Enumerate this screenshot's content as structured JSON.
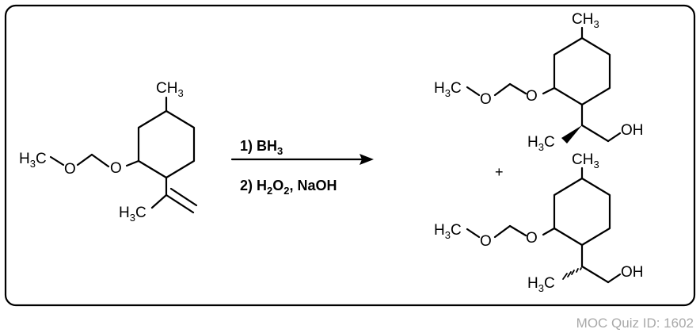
{
  "reactant": {
    "ch3": [
      "CH",
      "3"
    ],
    "h3c_ether": [
      "H",
      "3",
      "C"
    ],
    "o1": "O",
    "o2": "O",
    "h3c_vinyl": [
      "H",
      "3",
      "C"
    ]
  },
  "reagents": {
    "step1": [
      "1)  BH",
      "3"
    ],
    "step2": [
      "2)  H",
      "2",
      "O",
      "2",
      ", NaOH"
    ]
  },
  "product_a": {
    "ch3": [
      "CH",
      "3"
    ],
    "h3c_ether": [
      "H",
      "3",
      "C"
    ],
    "o1": "O",
    "o2": "O",
    "h3c": [
      "H",
      "3",
      "C"
    ],
    "oh": "OH"
  },
  "plus": "+",
  "product_b": {
    "ch3": [
      "CH",
      "3"
    ],
    "h3c_ether": [
      "H",
      "3",
      "C"
    ],
    "o1": "O",
    "o2": "O",
    "h3c": [
      "H",
      "3",
      "C"
    ],
    "oh": "OH"
  },
  "footer": {
    "quiz_id": "MOC Quiz ID: 1602"
  }
}
